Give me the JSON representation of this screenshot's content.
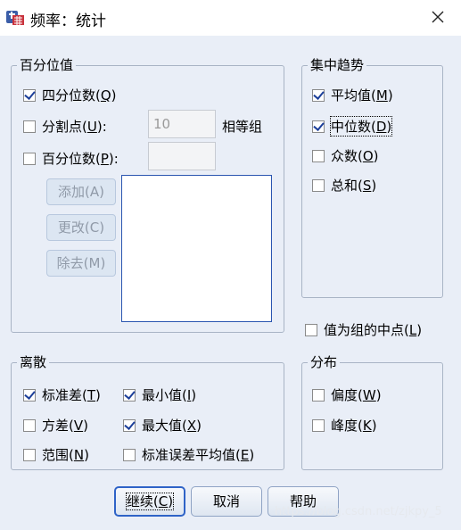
{
  "window": {
    "title": "频率：统计"
  },
  "percentile": {
    "legend": "百分位值",
    "quartiles": {
      "label": "四分位数(",
      "key": "Q",
      "end": ")",
      "checked": true
    },
    "cut_points": {
      "label": "分割点(",
      "key": "U",
      "end": "):",
      "checked": false,
      "value": "10",
      "suffix": "相等组"
    },
    "percentiles": {
      "label": "百分位数(",
      "key": "P",
      "end": "):",
      "checked": false,
      "value": ""
    },
    "buttons": {
      "add": "添加(A)",
      "change": "更改(C)",
      "remove": "除去(M)"
    }
  },
  "central_tendency": {
    "legend": "集中趋势",
    "items": [
      {
        "label": "平均值(",
        "key": "M",
        "end": ")",
        "checked": true
      },
      {
        "label": "中位数(",
        "key": "D",
        "end": ")",
        "checked": true
      },
      {
        "label": "众数(",
        "key": "O",
        "end": ")",
        "checked": false
      },
      {
        "label": "总和(",
        "key": "S",
        "end": ")",
        "checked": false
      }
    ]
  },
  "midpoints": {
    "label": "值为组的中点(",
    "key": "L",
    "end": ")",
    "checked": false
  },
  "dispersion": {
    "legend": "离散",
    "std": {
      "label": "标准差(",
      "key": "T",
      "end": ")",
      "checked": true
    },
    "min": {
      "label": "最小值(",
      "key": "I",
      "end": ")",
      "checked": true
    },
    "variance": {
      "label": "方差(",
      "key": "V",
      "end": ")",
      "checked": false
    },
    "max": {
      "label": "最大值(",
      "key": "X",
      "end": ")",
      "checked": true
    },
    "range": {
      "label": "范围(",
      "key": "N",
      "end": ")",
      "checked": false
    },
    "se_mean": {
      "label": "标准误差平均值(",
      "key": "E",
      "end": ")",
      "checked": false
    }
  },
  "distribution": {
    "legend": "分布",
    "skewness": {
      "label": "偏度(",
      "key": "W",
      "end": ")",
      "checked": false
    },
    "kurtosis": {
      "label": "峰度(",
      "key": "K",
      "end": ")",
      "checked": false
    }
  },
  "footer": {
    "continue": {
      "label": "继续(",
      "key": "C",
      "end": ")"
    },
    "cancel": "取消",
    "help": "帮助"
  },
  "watermark": "https://blog.csdn.net/zjkpy_5",
  "colors": {
    "client_bg": "#e9eef7",
    "check_color": "#1c3f9a",
    "default_button_border": "#2f63c7"
  }
}
